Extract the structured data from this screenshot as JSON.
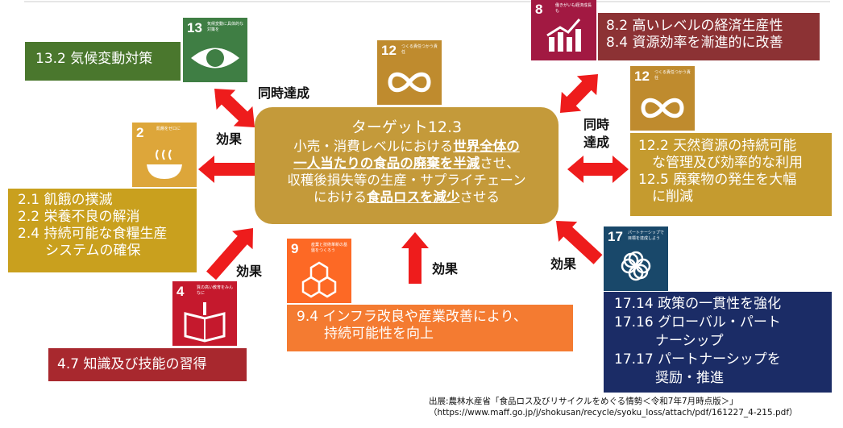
{
  "center": {
    "title": "ターゲット12.3",
    "line1_a": "小売・消費レベルにおける",
    "line1_b": "世界全体の",
    "line2_a": "一人当たりの食品の廃棄を半減",
    "line2_b": "させ、",
    "line3": "収穫後損失等の生産・サプライチェーン",
    "line4_a": "における",
    "line4_b": "食品ロスを減少",
    "line4_c": "させる"
  },
  "goals": {
    "g13": {
      "num": "13",
      "caption": "気候変動に具体的な対策を",
      "color": "#3f7e44",
      "text": "13.2 気候変動対策",
      "box_color": "#4a772d"
    },
    "g12_top": {
      "num": "12",
      "caption": "つくる責任つかう責任",
      "color": "#bf8b2e"
    },
    "g8": {
      "num": "8",
      "caption": "働きがいも経済成長も",
      "color": "#a21942",
      "lines": [
        "8.2 高いレベルの経済生産性",
        "8.4 資源効率を漸進的に改善"
      ],
      "box_color": "#8c3234"
    },
    "g12": {
      "num": "12",
      "caption": "つくる責任つかう責任",
      "color": "#bf8b2e",
      "lines": [
        "12.2 天然資源の持続可能",
        "　な管理及び効率的な利用",
        "12.5 廃棄物の発生を大幅",
        "　に削減"
      ],
      "box_color": "#c59b2f"
    },
    "g2": {
      "num": "2",
      "caption": "飢餓をゼロに",
      "color": "#dda63a",
      "lines": [
        "2.1 飢餓の撲滅",
        "2.2 栄養不良の解消",
        "2.4 持続可能な食糧生産",
        "　　システムの確保"
      ],
      "box_color": "#c9a01e"
    },
    "g4": {
      "num": "4",
      "caption": "質の高い教育をみんなに",
      "color": "#c5192d",
      "text": "4.7 知識及び技能の習得",
      "box_color": "#a8282e"
    },
    "g9": {
      "num": "9",
      "caption": "産業と技術革新の基盤をつくろう",
      "color": "#fd6925",
      "lines": [
        "9.4 インフラ改良や産業改善により、",
        "　　持続可能性を向上"
      ],
      "box_color": "#f47b31"
    },
    "g17": {
      "num": "17",
      "caption": "パートナーシップで目標を達成しよう",
      "color": "#19486a",
      "lines": [
        "17.14 政策の一貫性を強化",
        "17.16 グローバル・パート",
        "　　　ナーシップ",
        "17.17 パートナーシップを",
        "　　　奨励・推進"
      ],
      "box_color": "#1b2c66"
    }
  },
  "labels": {
    "simultaneous": "同時達成",
    "simultaneous_l1": "同時",
    "simultaneous_l2": "達成",
    "effect": "効果"
  },
  "arrow_color": "#ee1c1c",
  "citation": {
    "line1": "出展:農林水産省「食品ロス及びリサイクルをめぐる情勢＜令和7年7月時点版＞」",
    "line2": "（https://www.maff.go.jp/j/shokusan/recycle/syoku_loss/attach/pdf/161227_4-215.pdf）"
  }
}
